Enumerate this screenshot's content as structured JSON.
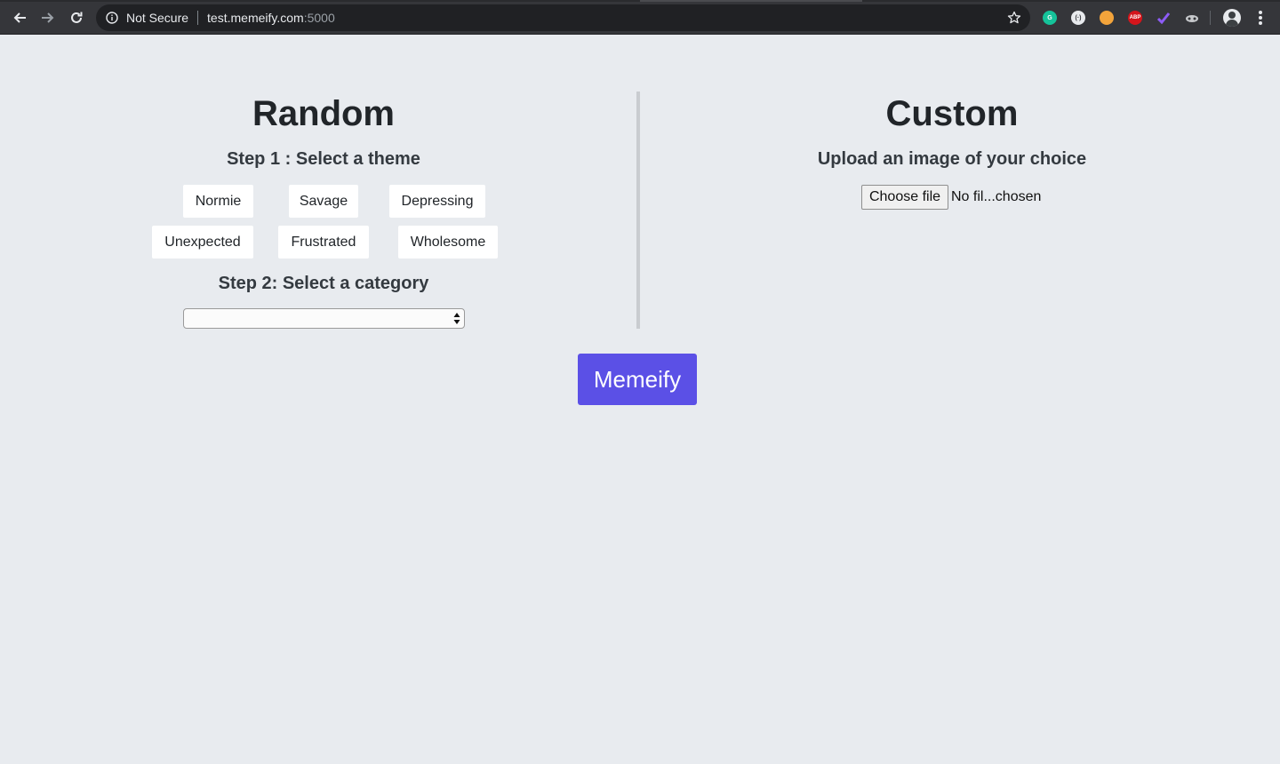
{
  "browser": {
    "security_label": "Not Secure",
    "url_host": "test.memeify.com",
    "url_port": ":5000",
    "extensions": [
      {
        "name": "grammarly-extension-icon",
        "label": "G",
        "color": "#15c39a"
      },
      {
        "name": "extension-2-icon",
        "label": "(·)",
        "color": "#e8eaed"
      },
      {
        "name": "cookie-extension-icon",
        "label": "",
        "color": "#f3a43b"
      },
      {
        "name": "adblock-plus-icon",
        "label": "ABP",
        "color": "#d4151b"
      },
      {
        "name": "extension-5-icon",
        "label": "",
        "color": "#8d5cf6"
      },
      {
        "name": "extension-6-icon",
        "label": "",
        "color": "#c7c9cc"
      }
    ]
  },
  "random": {
    "title": "Random",
    "step1": "Step 1 : Select a theme",
    "themes": [
      "Normie",
      "Savage",
      "Depressing",
      "Unexpected",
      "Frustrated",
      "Wholesome"
    ],
    "step2": "Step 2: Select a category",
    "category_selected": ""
  },
  "custom": {
    "title": "Custom",
    "subtitle": "Upload an image of your choice",
    "choose_file_label": "Choose file",
    "file_status": "No fil...chosen"
  },
  "submit": {
    "label": "Memeify",
    "color": "#5b50e6"
  }
}
